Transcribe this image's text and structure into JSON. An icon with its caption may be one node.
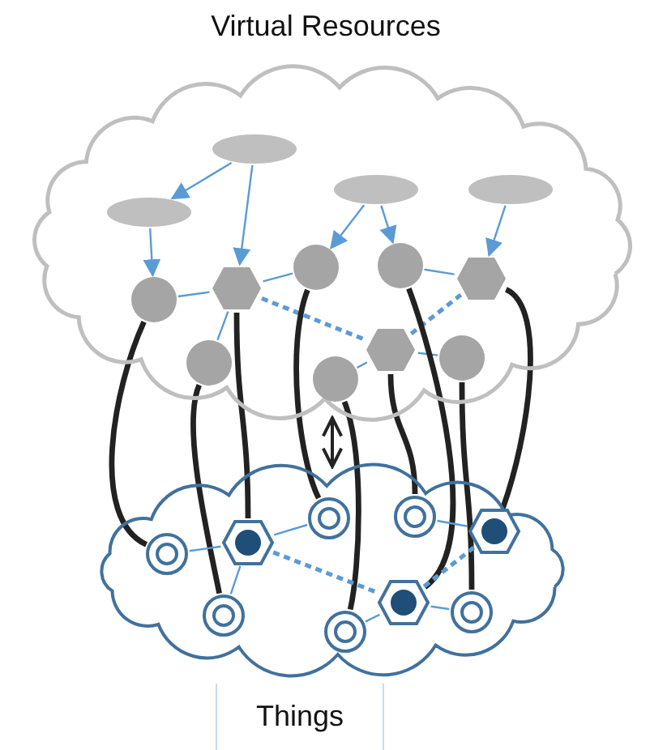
{
  "diagram": {
    "nodes": [
      {
        "text": [
          "Virtual Resources"
        ]
      },
      {
        "text": [
          "Things"
        ]
      },
      {
        "text": [],
        "shape": "oval",
        "in": 0
      },
      {
        "text": [],
        "shape": "oval",
        "in": 0
      },
      {
        "text": [],
        "shape": "oval",
        "in": 0
      },
      {
        "text": [],
        "shape": "oval",
        "in": 0
      },
      {
        "text": [],
        "shape": "circle",
        "in": 0
      },
      {
        "text": [],
        "shape": "hexagon",
        "in": 0
      },
      {
        "text": [],
        "shape": "circle",
        "in": 0
      },
      {
        "text": [],
        "shape": "circle",
        "in": 0
      },
      {
        "text": [],
        "shape": "hexagon",
        "in": 0
      },
      {
        "text": [],
        "shape": "circle",
        "in": 0
      },
      {
        "text": [],
        "shape": "hexagon",
        "in": 0
      },
      {
        "text": [],
        "shape": "circle",
        "in": 0
      },
      {
        "text": [],
        "shape": "circle",
        "in": 0
      },
      {
        "text": [],
        "shape": "ring",
        "in": 1
      },
      {
        "text": [],
        "shape": "hexagon",
        "in": 1
      },
      {
        "text": [],
        "shape": "ring",
        "in": 1
      },
      {
        "text": [],
        "shape": "ring",
        "in": 1
      },
      {
        "text": [],
        "shape": "hexagon",
        "in": 1
      },
      {
        "text": [],
        "shape": "ring",
        "in": 1
      },
      {
        "text": [],
        "shape": "ring",
        "in": 1
      },
      {
        "text": [],
        "shape": "hexagon",
        "in": 1
      },
      {
        "text": [],
        "shape": "ring",
        "in": 1
      }
    ],
    "edges": [
      {
        "from": 2,
        "to": 3,
        "arrow": "to"
      },
      {
        "from": 2,
        "to": 7,
        "arrow": "to"
      },
      {
        "from": 3,
        "to": 6,
        "arrow": "to"
      },
      {
        "from": 4,
        "to": 8,
        "arrow": "to"
      },
      {
        "from": 4,
        "to": 9,
        "arrow": "to"
      },
      {
        "from": 5,
        "to": 10,
        "arrow": "to"
      },
      {
        "from": 6,
        "to": 7,
        "arrow": "none"
      },
      {
        "from": 7,
        "to": 8,
        "arrow": "none"
      },
      {
        "from": 7,
        "to": 11,
        "arrow": "none"
      },
      {
        "from": 9,
        "to": 10,
        "arrow": "none"
      },
      {
        "from": 12,
        "to": 14,
        "arrow": "none"
      },
      {
        "from": 12,
        "to": 13,
        "arrow": "none"
      },
      {
        "from": 7,
        "to": 12,
        "arrow": "none",
        "style": "dashed"
      },
      {
        "from": 12,
        "to": 10,
        "arrow": "none",
        "style": "dashed"
      },
      {
        "from": 6,
        "to": 15,
        "arrow": "none",
        "style": "thick",
        "color": "#222222"
      },
      {
        "from": 11,
        "to": 20,
        "arrow": "none",
        "style": "thick",
        "color": "#222222"
      },
      {
        "from": 7,
        "to": 16,
        "arrow": "none",
        "style": "thick",
        "color": "#222222"
      },
      {
        "from": 8,
        "to": 17,
        "arrow": "none",
        "style": "thick",
        "color": "#222222"
      },
      {
        "from": 14,
        "to": 21,
        "arrow": "none",
        "style": "thick",
        "color": "#222222"
      },
      {
        "from": 12,
        "to": 18,
        "arrow": "none",
        "style": "thick",
        "color": "#222222"
      },
      {
        "from": 9,
        "to": 22,
        "arrow": "none",
        "style": "thick",
        "color": "#222222"
      },
      {
        "from": 13,
        "to": 23,
        "arrow": "none",
        "style": "thick",
        "color": "#222222"
      },
      {
        "from": 10,
        "to": 19,
        "arrow": "none",
        "style": "thick",
        "color": "#222222"
      },
      {
        "from": 0,
        "to": 1,
        "arrow": "both",
        "color": "#222222"
      },
      {
        "from": 15,
        "to": 16,
        "arrow": "none"
      },
      {
        "from": 16,
        "to": 17,
        "arrow": "none"
      },
      {
        "from": 16,
        "to": 20,
        "arrow": "none"
      },
      {
        "from": 18,
        "to": 19,
        "arrow": "none"
      },
      {
        "from": 22,
        "to": 21,
        "arrow": "none"
      },
      {
        "from": 22,
        "to": 23,
        "arrow": "none"
      },
      {
        "from": 16,
        "to": 22,
        "arrow": "none",
        "style": "dashed"
      },
      {
        "from": 22,
        "to": 19,
        "arrow": "none",
        "style": "dashed"
      }
    ]
  }
}
